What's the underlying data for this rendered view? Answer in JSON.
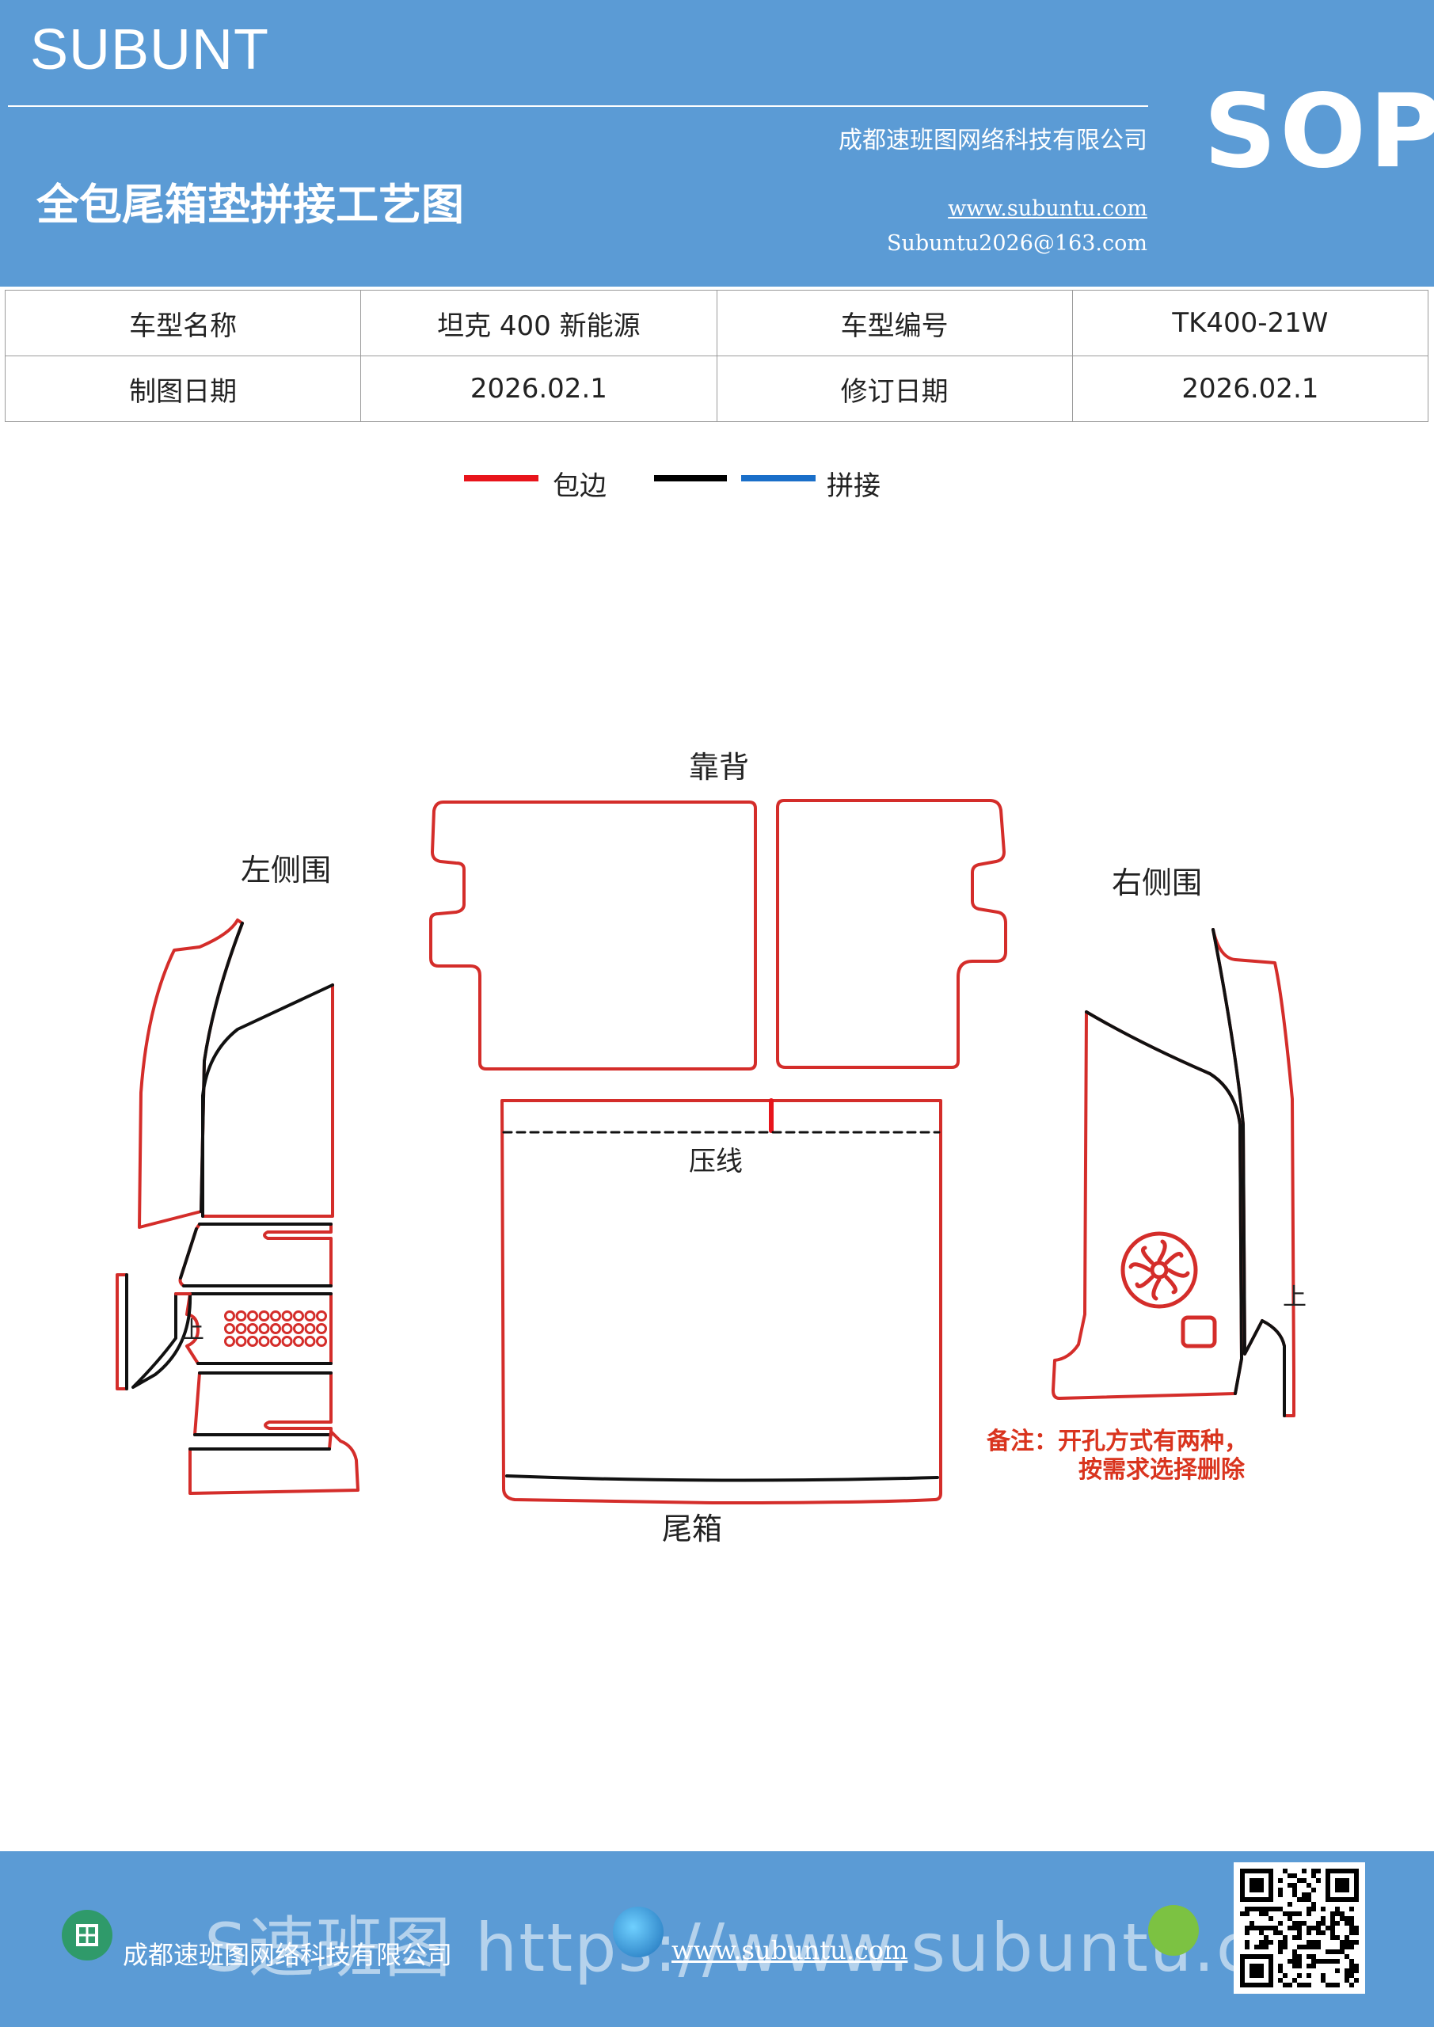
{
  "header": {
    "brand": "SUBUNT",
    "sop": "SOP",
    "company": "成都速班图网络科技有限公司",
    "title": "全包尾箱垫拼接工艺图",
    "website": "www.subuntu.com",
    "email": "Subuntu2026@163.com",
    "bg_color": "#5b9bd5"
  },
  "info_table": {
    "rows": [
      [
        "车型名称",
        "坦克 400 新能源",
        "车型编号",
        "TK400-21W"
      ],
      [
        "制图日期",
        "2026.02.1",
        "修订日期",
        "2026.02.1"
      ]
    ]
  },
  "legend": {
    "edging": {
      "label": "包边",
      "color": "#e8141b"
    },
    "splice": {
      "label": "拼接",
      "colors": [
        "#000000",
        "#1a6fc9"
      ]
    }
  },
  "diagram": {
    "labels": {
      "backrest": "靠背",
      "left_side": "左侧围",
      "right_side": "右侧围",
      "press_line": "压线",
      "trunk": "尾箱",
      "up_left": "上",
      "up_right": "上"
    },
    "note": {
      "line1": "备注：开孔方式有两种，",
      "line2": "按需求选择删除",
      "color": "#d9341e"
    },
    "colors": {
      "edge": "#d42d2a",
      "seam": "#111111"
    },
    "icons": [
      "vent-fan-icon",
      "socket-icon",
      "vent-grid-icon"
    ]
  },
  "footer": {
    "company": "成都速班图网络科技有限公司",
    "url": "www.subuntu.com",
    "watermark": "S速班图 https://www.subuntu.com"
  }
}
